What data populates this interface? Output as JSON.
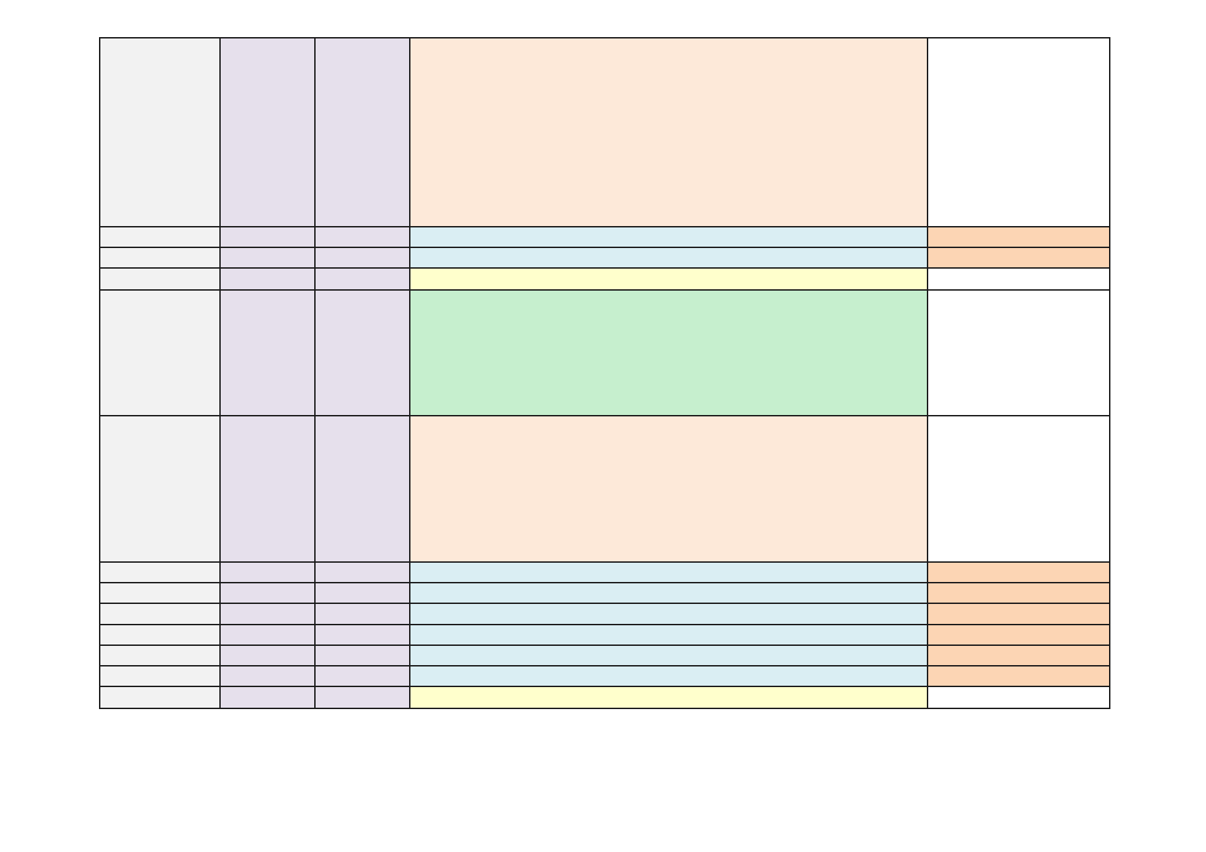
{
  "palette": {
    "grey": "#f2f2f2",
    "lavender": "#e6e0ec",
    "peach": "#fde9d9",
    "light_blue": "#daeef3",
    "orange": "#fcd5b4",
    "yellow": "#ffffcc",
    "green": "#c6efce",
    "white": "#ffffff",
    "border": "#1a1a1a"
  },
  "columns": [
    "",
    "",
    "",
    "",
    ""
  ],
  "rows": [
    {
      "fills": [
        "grey",
        "lavender",
        "lavender",
        "peach",
        "white"
      ],
      "cells": [
        "",
        "",
        "",
        "",
        ""
      ]
    },
    {
      "fills": [
        "grey",
        "lavender",
        "lavender",
        "light_blue",
        "orange"
      ],
      "cells": [
        "",
        "",
        "",
        "",
        ""
      ]
    },
    {
      "fills": [
        "grey",
        "lavender",
        "lavender",
        "light_blue",
        "orange"
      ],
      "cells": [
        "",
        "",
        "",
        "",
        ""
      ]
    },
    {
      "fills": [
        "grey",
        "lavender",
        "lavender",
        "yellow",
        "white"
      ],
      "cells": [
        "",
        "",
        "",
        "",
        ""
      ]
    },
    {
      "fills": [
        "grey",
        "lavender",
        "lavender",
        "green",
        "white"
      ],
      "cells": [
        "",
        "",
        "",
        "",
        ""
      ]
    },
    {
      "fills": [
        "grey",
        "lavender",
        "lavender",
        "peach",
        "white"
      ],
      "cells": [
        "",
        "",
        "",
        "",
        ""
      ]
    },
    {
      "fills": [
        "grey",
        "lavender",
        "lavender",
        "light_blue",
        "orange"
      ],
      "cells": [
        "",
        "",
        "",
        "",
        ""
      ]
    },
    {
      "fills": [
        "grey",
        "lavender",
        "lavender",
        "light_blue",
        "orange"
      ],
      "cells": [
        "",
        "",
        "",
        "",
        ""
      ]
    },
    {
      "fills": [
        "grey",
        "lavender",
        "lavender",
        "light_blue",
        "orange"
      ],
      "cells": [
        "",
        "",
        "",
        "",
        ""
      ]
    },
    {
      "fills": [
        "grey",
        "lavender",
        "lavender",
        "light_blue",
        "orange"
      ],
      "cells": [
        "",
        "",
        "",
        "",
        ""
      ]
    },
    {
      "fills": [
        "grey",
        "lavender",
        "lavender",
        "light_blue",
        "orange"
      ],
      "cells": [
        "",
        "",
        "",
        "",
        ""
      ]
    },
    {
      "fills": [
        "grey",
        "lavender",
        "lavender",
        "light_blue",
        "orange"
      ],
      "cells": [
        "",
        "",
        "",
        "",
        ""
      ]
    },
    {
      "fills": [
        "grey",
        "lavender",
        "lavender",
        "yellow",
        "white"
      ],
      "cells": [
        "",
        "",
        "",
        "",
        ""
      ]
    }
  ]
}
